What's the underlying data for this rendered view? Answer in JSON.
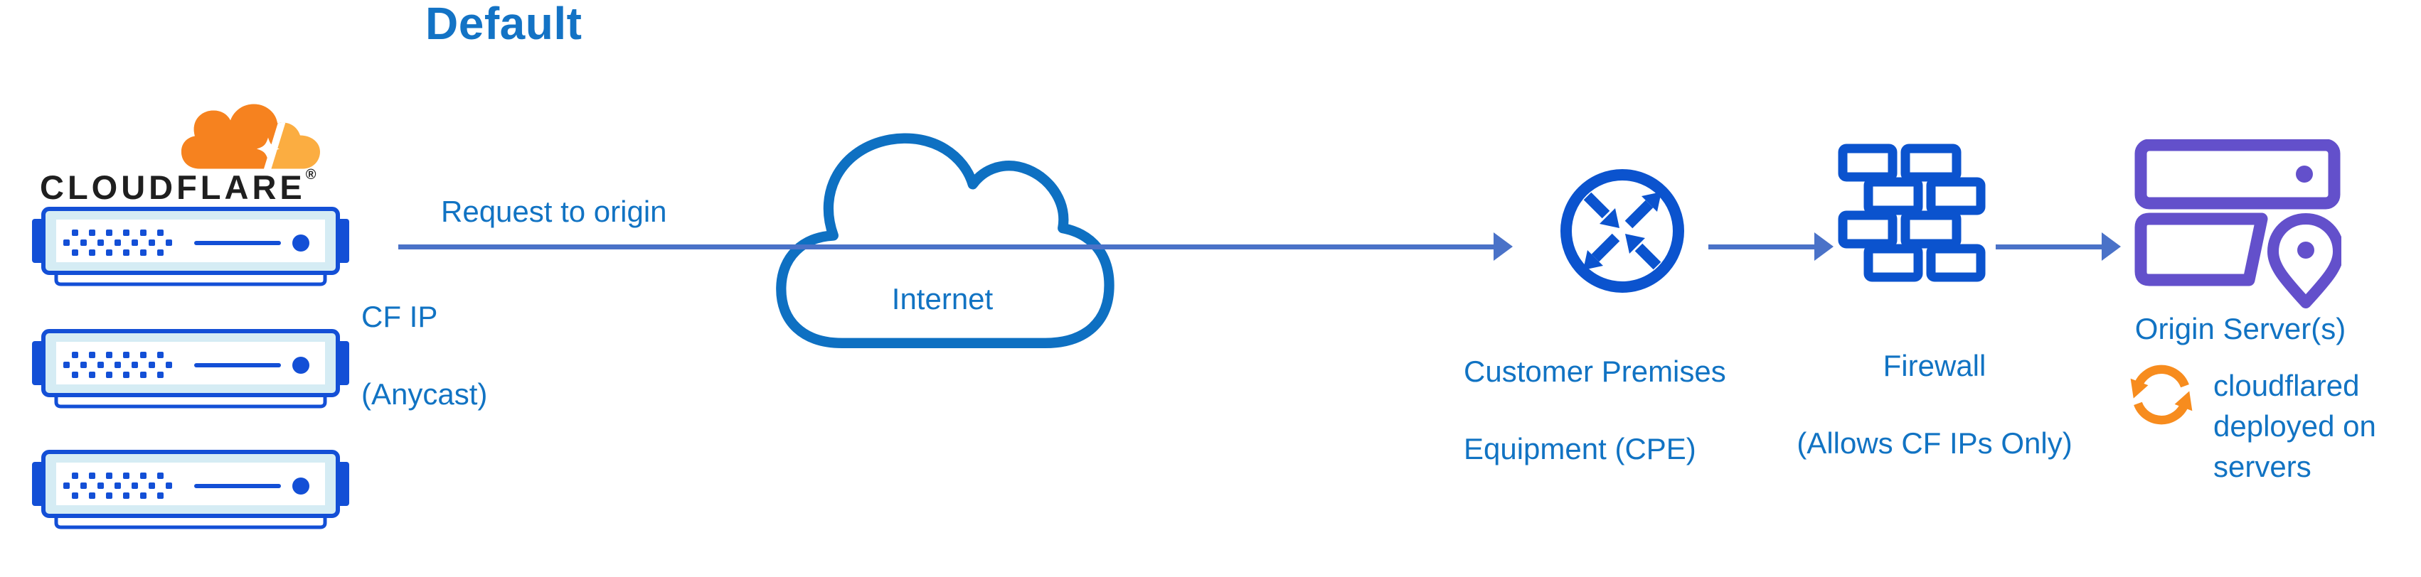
{
  "title": "Default",
  "logo": {
    "wordmark": "CLOUDFLARE",
    "registered": "®"
  },
  "labels": {
    "request_to_origin": "Request to origin",
    "cf_ip_line1": "CF IP",
    "cf_ip_line2": "(Anycast)",
    "internet": "Internet",
    "cpe_line1": "Customer Premises",
    "cpe_line2": "Equipment (CPE)",
    "firewall_line1": "Firewall",
    "firewall_line2": "(Allows CF IPs Only)",
    "origin_servers": "Origin Server(s)",
    "cloudflared_note": "cloudflared deployed on servers"
  },
  "icons": {
    "logo_cloud": "cloudflare-cloud-icon",
    "edge_server": "server-rack-icon",
    "internet": "internet-cloud-icon",
    "cpe": "router-arrows-icon",
    "firewall": "brick-wall-icon",
    "origin": "server-location-pin-icon",
    "cloudflared": "sync-arrows-icon"
  },
  "colors": {
    "label_blue": "#1173C3",
    "title_blue": "#1373C5",
    "icon_blue": "#0B53CE",
    "rack_blue": "#134FD6",
    "rack_panel_light": "#D5ECF4",
    "arrow_blue": "#4A72C8",
    "cloud_outline_blue": "#0E70C2",
    "origin_purple": "#6350CB",
    "cloudflare_orange": "#F6821F",
    "cloudflare_orange_light": "#FBAD41",
    "cloudflared_orange": "#F78C1E",
    "wordmark_dark": "#1F1F1F"
  }
}
